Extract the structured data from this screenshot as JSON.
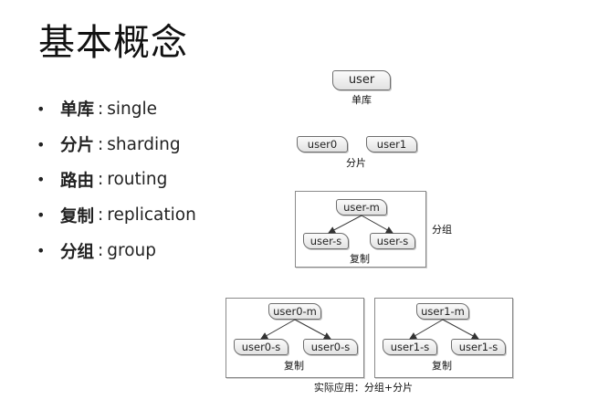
{
  "title": "基本概念",
  "bullets": [
    {
      "term": "单库",
      "sep": ":",
      "value": "single"
    },
    {
      "term": "分片",
      "sep": ":",
      "value": "sharding"
    },
    {
      "term": "路由",
      "sep": ":",
      "value": "routing"
    },
    {
      "term": "复制",
      "sep": ":",
      "value": "replication"
    },
    {
      "term": "分组",
      "sep": ":",
      "value": "group"
    }
  ],
  "diagram": {
    "single": {
      "node": "user",
      "caption": "单库"
    },
    "sharding": {
      "nodes": [
        "user0",
        "user1"
      ],
      "caption": "分片"
    },
    "group": {
      "master": "user-m",
      "slaves": [
        "user-s",
        "user-s"
      ],
      "caption": "复制",
      "side_label": "分组"
    },
    "practical": {
      "groups": [
        {
          "master": "user0-m",
          "slaves": [
            "user0-s",
            "user0-s"
          ],
          "caption": "复制"
        },
        {
          "master": "user1-m",
          "slaves": [
            "user1-s",
            "user1-s"
          ],
          "caption": "复制"
        }
      ],
      "caption": "实际应用：分组+分片"
    }
  }
}
